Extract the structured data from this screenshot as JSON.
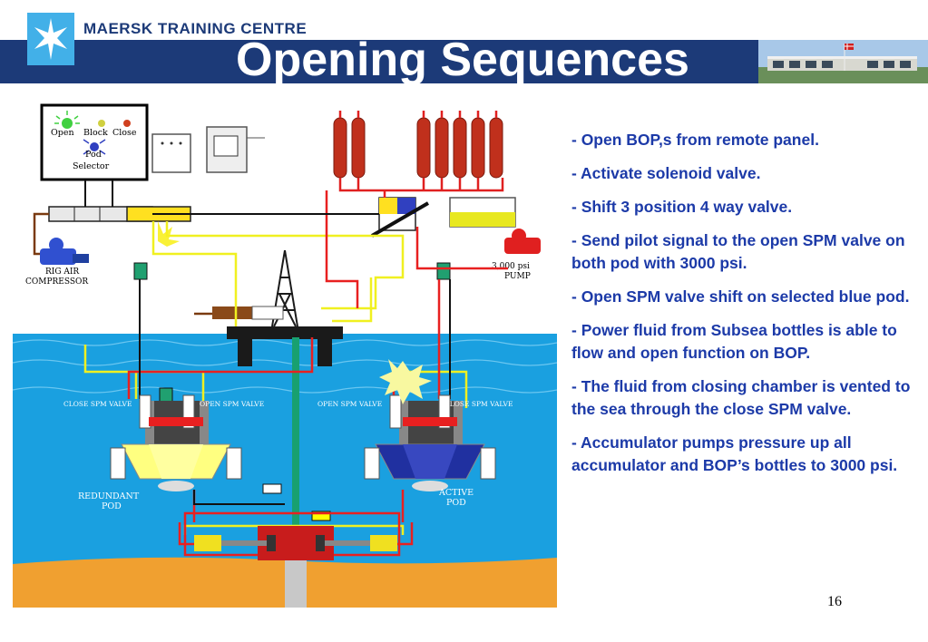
{
  "header": {
    "brand": "MAERSK TRAINING CENTRE",
    "title": "Opening Sequences"
  },
  "diagram": {
    "panel": {
      "open_label": "Open",
      "block_label": "Block",
      "close_label": "Close",
      "pod_selector_line1": "Pod",
      "pod_selector_line2": "Selector"
    },
    "rig_air_line1": "RIG AIR",
    "rig_air_line2": "COMPRESSOR",
    "pump_line1": "3,000 psi",
    "pump_line2": "PUMP",
    "close_spm_left": "CLOSE SPM VALVE",
    "open_spm_left": "OPEN SPM VALVE",
    "open_spm_right": "OPEN SPM VALVE",
    "close_spm_right": "CLOSE SPM VALVE",
    "redundant_line1": "REDUNDANT",
    "redundant_line2": "POD",
    "active_line1": "ACTIVE",
    "active_line2": "POD"
  },
  "bullets": [
    "- Open BOP,s from remote panel.",
    "- Activate solenoid valve.",
    "- Shift 3 position 4 way valve.",
    "- Send pilot signal to the open SPM valve on both pod with 3000 psi.",
    "- Open SPM valve shift on selected blue pod.",
    "- Power fluid from Subsea bottles is able to flow and open function on BOP.",
    "- The fluid from closing chamber is vented to the sea through the close SPM valve.",
    "- Accumulator pumps pressure up all accumulator and BOP’s bottles to 3000 psi."
  ],
  "page_number": "16",
  "colors": {
    "navy": "#1c3a78",
    "bullet_text": "#1c3aa8",
    "sea": "#1aa0e0",
    "seabed": "#f0a030",
    "accumulator": "#c0301c"
  }
}
